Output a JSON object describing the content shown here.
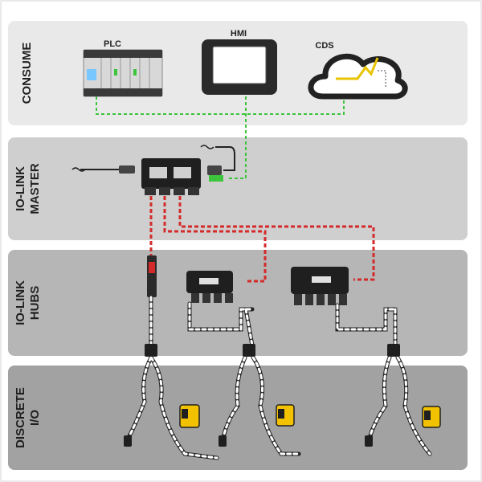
{
  "bands": [
    {
      "id": "consume",
      "label": "CONSUME",
      "fill": "#e9e9e9"
    },
    {
      "id": "io-link-master",
      "label_lines": [
        "IO-LINK",
        "MASTER"
      ],
      "fill": "#cfcfcf"
    },
    {
      "id": "io-link-hubs",
      "label_lines": [
        "IO-LINK",
        "HUBS"
      ],
      "fill": "#b6b6b6"
    },
    {
      "id": "discrete-io",
      "label_lines": [
        "DISCRETE",
        "I/O"
      ],
      "fill": "#a2a2a2"
    }
  ],
  "devices": {
    "plc": {
      "label": "PLC"
    },
    "hmi": {
      "label": "HMI"
    },
    "cds": {
      "label": "CDS"
    }
  },
  "colors": {
    "ethernet_cable": "#3cc43c",
    "io_link_cable": "#d42a2a",
    "discrete_cable": "#ffffff",
    "sensor": "#f2c200",
    "device_dark": "#2a2a2a",
    "cloud_trend": "#e8c400"
  },
  "icons": [
    "plc-icon",
    "hmi-icon",
    "cloud-icon",
    "io-link-master-icon",
    "hub-icon",
    "sensor-icon",
    "splitter-icon"
  ]
}
